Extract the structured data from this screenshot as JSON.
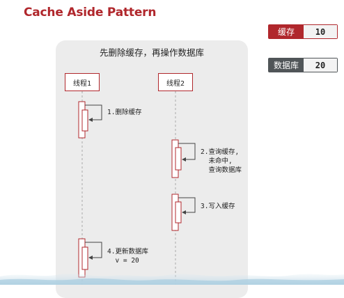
{
  "title": "Cache Aside Pattern",
  "badges": {
    "cache": {
      "label": "缓存",
      "value": "10",
      "color": "#b0272c"
    },
    "db": {
      "label": "数据库",
      "value": "20",
      "color": "#505558"
    }
  },
  "panel": {
    "title": "先删除缓存，再操作数据库"
  },
  "lanes": {
    "t1": "线程1",
    "t2": "线程2"
  },
  "steps": {
    "s1": "1.删除缓存",
    "s2": "2.查询缓存,\n  未命中,\n  查询数据库",
    "s3": "3.写入缓存",
    "s4": "4.更新数据库\n  v = 20"
  }
}
